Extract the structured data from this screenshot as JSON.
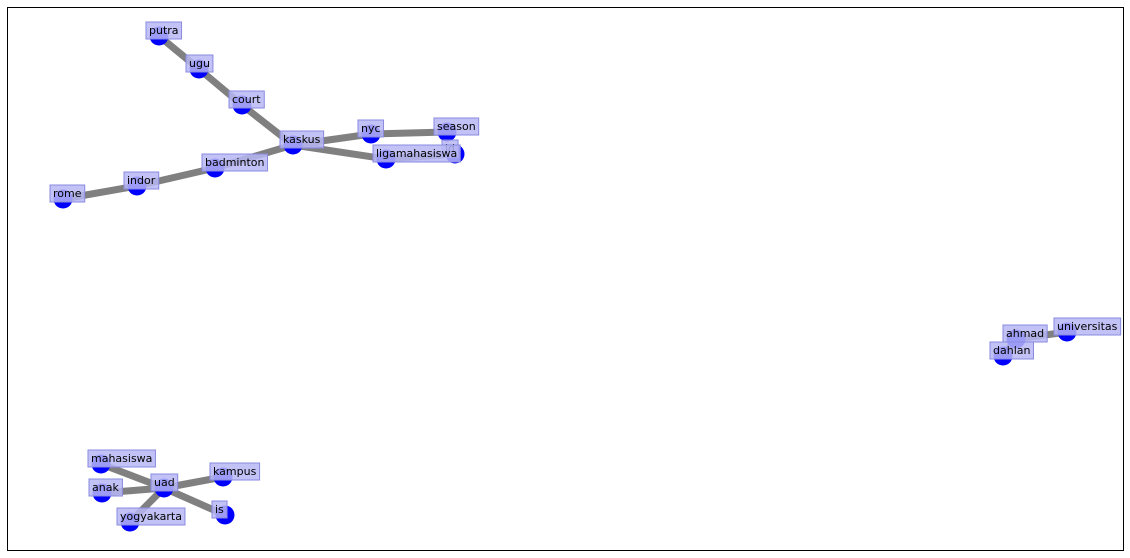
{
  "style": {
    "node_color": "#0000ff",
    "edge_color": "#808080",
    "label_box_fill": "#b7b7f5",
    "label_box_stroke": "#8a8ae0",
    "frame_color": "#000000",
    "background": "#ffffff"
  },
  "nodes": [
    {
      "id": "putra",
      "label": "putra"
    },
    {
      "id": "ugu",
      "label": "ugu"
    },
    {
      "id": "court",
      "label": "court"
    },
    {
      "id": "kaskus",
      "label": "kaskus"
    },
    {
      "id": "nyc",
      "label": "nyc"
    },
    {
      "id": "season",
      "label": "season"
    },
    {
      "id": "id",
      "label": "id"
    },
    {
      "id": "ligamahasiswa",
      "label": "ligamahasiswa"
    },
    {
      "id": "badminton",
      "label": "badminton"
    },
    {
      "id": "indor",
      "label": "indor"
    },
    {
      "id": "rome",
      "label": "rome"
    },
    {
      "id": "ahmad",
      "label": "ahmad"
    },
    {
      "id": "universitas",
      "label": "universitas"
    },
    {
      "id": "dahlan",
      "label": "dahlan"
    },
    {
      "id": "mahasiswa",
      "label": "mahasiswa"
    },
    {
      "id": "anak",
      "label": "anak"
    },
    {
      "id": "uad",
      "label": "uad"
    },
    {
      "id": "kampus",
      "label": "kampus"
    },
    {
      "id": "yogyakarta",
      "label": "yogyakarta"
    },
    {
      "id": "is",
      "label": "is"
    }
  ],
  "edges": [
    [
      "putra",
      "ugu"
    ],
    [
      "ugu",
      "court"
    ],
    [
      "court",
      "kaskus"
    ],
    [
      "kaskus",
      "nyc"
    ],
    [
      "nyc",
      "season"
    ],
    [
      "kaskus",
      "ligamahasiswa"
    ],
    [
      "ligamahasiswa",
      "id"
    ],
    [
      "kaskus",
      "badminton"
    ],
    [
      "badminton",
      "indor"
    ],
    [
      "indor",
      "rome"
    ],
    [
      "ahmad",
      "universitas"
    ],
    [
      "ahmad",
      "dahlan"
    ],
    [
      "uad",
      "mahasiswa"
    ],
    [
      "uad",
      "anak"
    ],
    [
      "uad",
      "kampus"
    ],
    [
      "uad",
      "yogyakarta"
    ],
    [
      "uad",
      "is"
    ]
  ]
}
